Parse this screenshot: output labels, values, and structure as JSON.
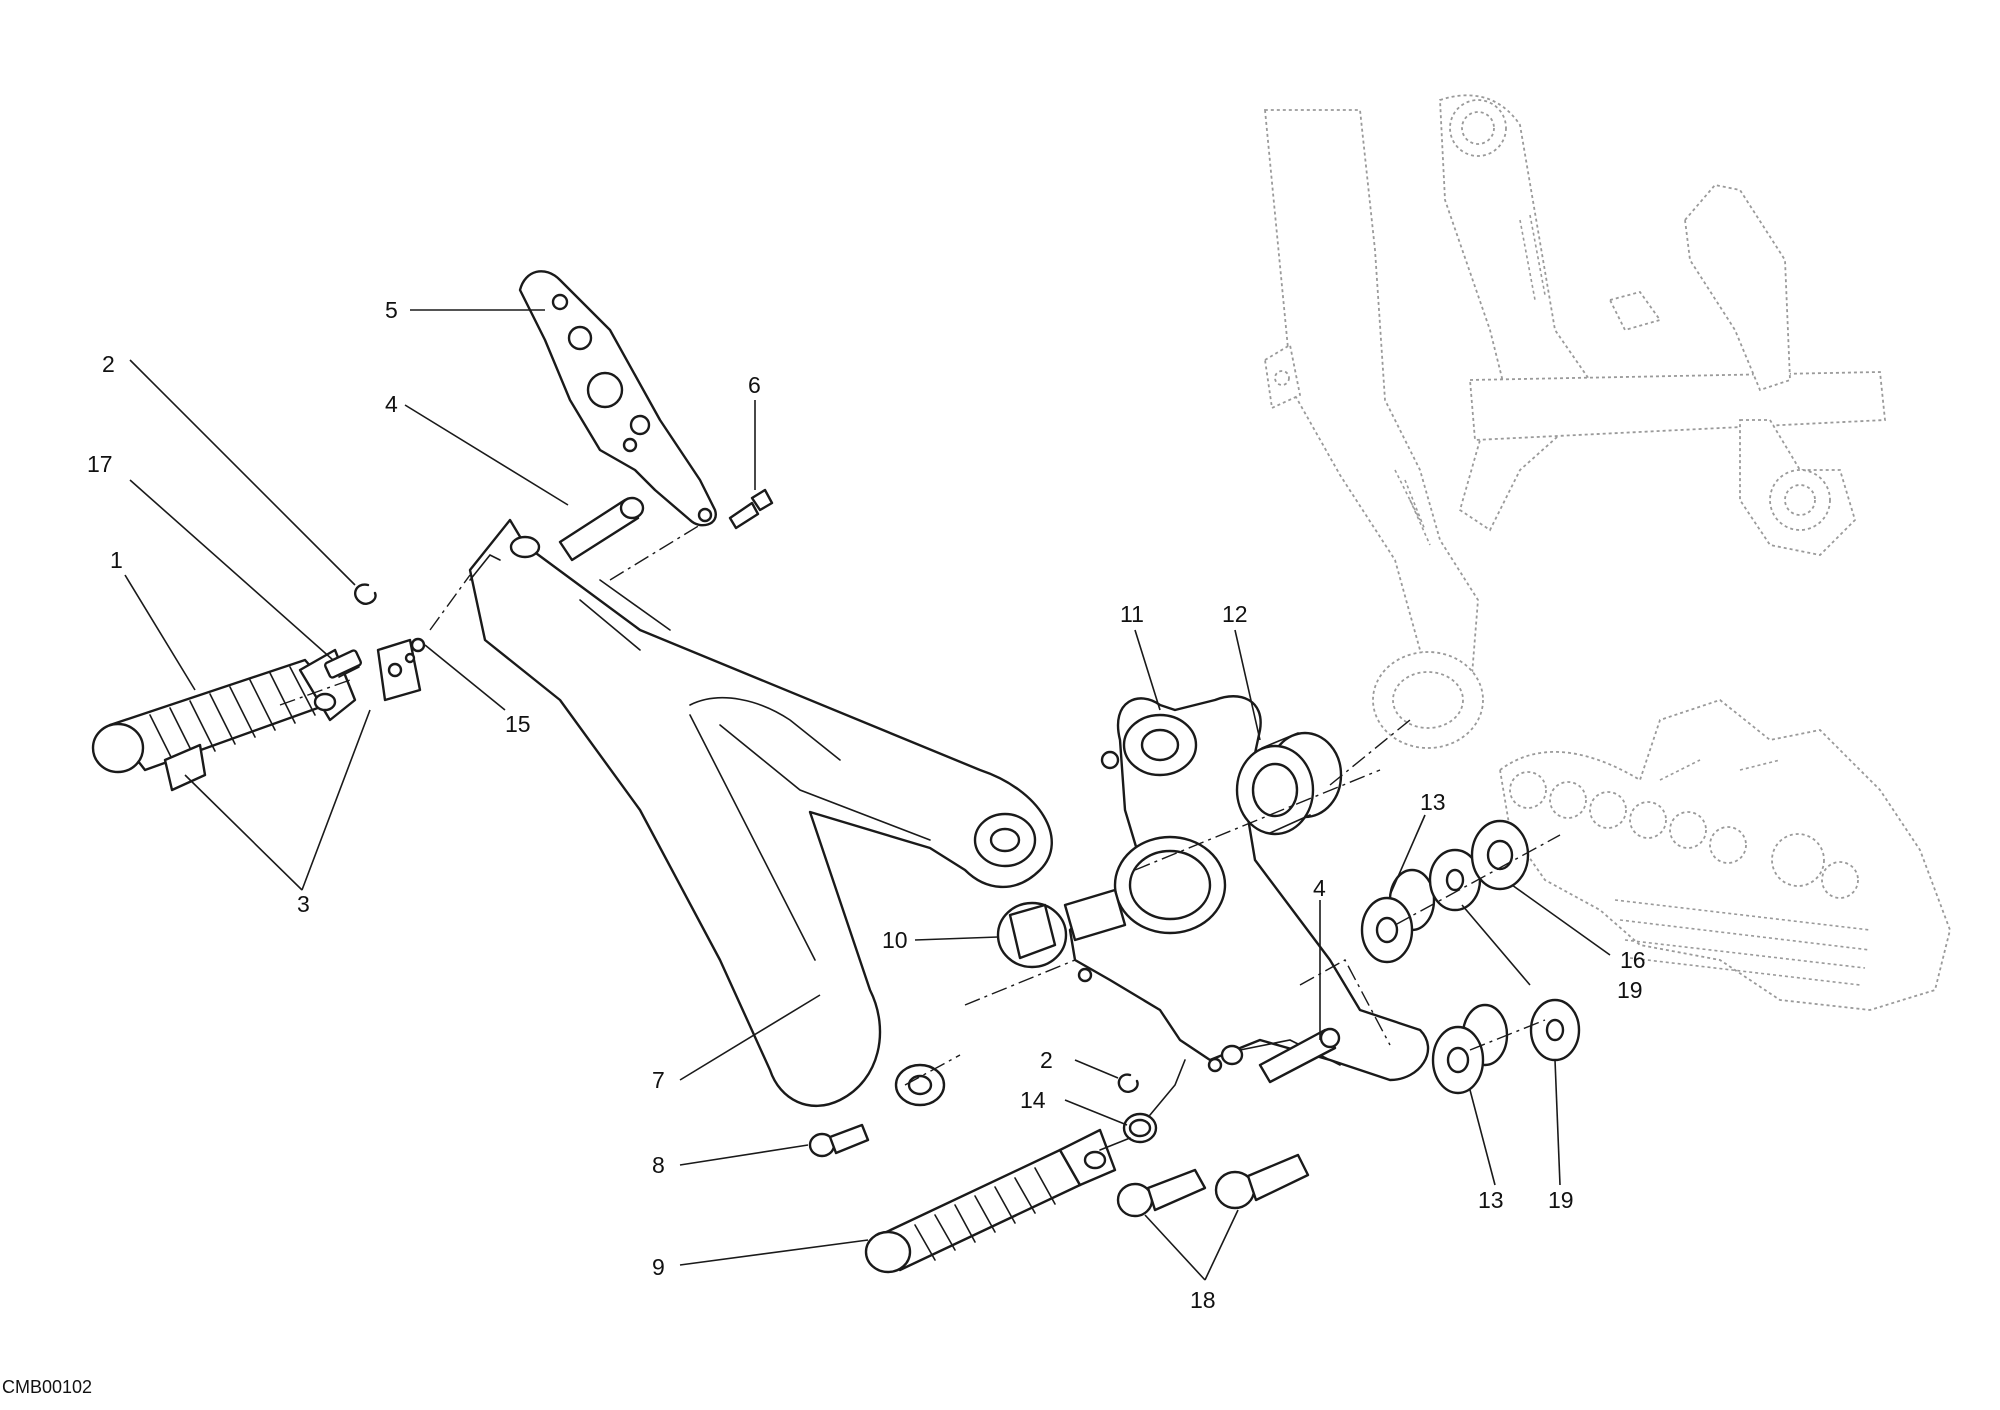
{
  "drawing_code": "CMB00102",
  "callouts": {
    "c1": "1",
    "c2a": "2",
    "c2b": "2",
    "c3": "3",
    "c4a": "4",
    "c4b": "4",
    "c5": "5",
    "c6": "6",
    "c7": "7",
    "c8": "8",
    "c9": "9",
    "c10": "10",
    "c11": "11",
    "c12": "12",
    "c13a": "13",
    "c13b": "13",
    "c14": "14",
    "c15": "15",
    "c16": "16",
    "c17": "17",
    "c18": "18",
    "c19a": "19",
    "c19b": "19"
  }
}
